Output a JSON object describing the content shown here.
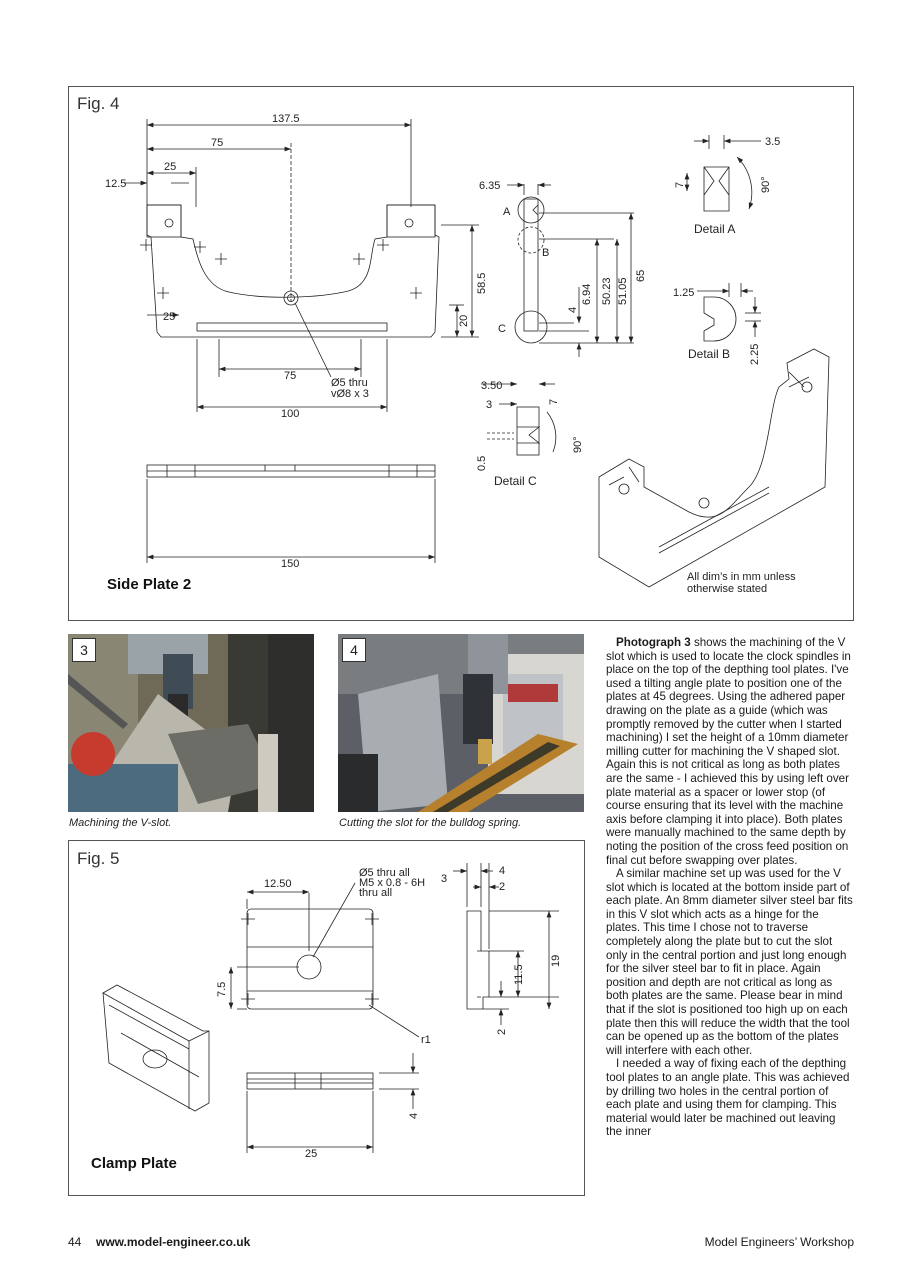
{
  "fig4": {
    "label": "Fig. 4",
    "title": "Side Plate 2",
    "note_line1": "All dim’s in mm unless",
    "note_line2": "otherwise stated",
    "dims": {
      "d137_5": "137.5",
      "d75_top": "75",
      "d25_top": "25",
      "d12_5": "12.5",
      "d25_left": "25",
      "d58_5": "58.5",
      "d20": "20",
      "d75_bottom": "75",
      "hole_line1": "Ø5 thru",
      "hole_line2": "vØ8 x 3",
      "d100": "100",
      "d150": "150",
      "d6_35": "6.35",
      "labA": "A",
      "labB": "B",
      "labC": "C",
      "d4": "4",
      "d6_94": "6.94",
      "d50_23": "50.23",
      "d51_05": "51.05",
      "d65": "65",
      "d3_5": "3.5",
      "d7_a": "7",
      "d90_a": "90°",
      "detailA": "Detail A",
      "d1_25": "1.25",
      "d2_25": "2.25",
      "detailB": "Detail B",
      "d3_50": "3.50",
      "d3": "3",
      "d7_c": "7",
      "d0_5": "0.5",
      "d90_c": "90°",
      "detailC": "Detail C"
    }
  },
  "photo3": {
    "num": "3",
    "caption": "Machining the V-slot."
  },
  "photo4": {
    "num": "4",
    "caption": "Cutting the slot for the bulldog spring."
  },
  "fig5": {
    "label": "Fig. 5",
    "title": "Clamp Plate",
    "dims": {
      "d12_50": "12.50",
      "hole_line1": "Ø5 thru all",
      "hole_line2": "M5 x 0.8 - 6H",
      "hole_line3": "thru all",
      "d7_5": "7.5",
      "r1": "r1",
      "d25": "25",
      "d4_bottom": "4",
      "d3": "3",
      "d4_top": "4",
      "d2_top": "2",
      "d19": "19",
      "d11_5": "11.5",
      "d2_bottom": "2"
    }
  },
  "article": {
    "p1_lead": "Photograph 3",
    "p1": " shows the machining of the V slot which is used to locate the clock spindles in place on the top of the depthing tool plates. I've used a tilting angle plate to position one of the plates at 45 degrees. Using the adhered paper drawing on the plate as a guide (which was promptly removed by the cutter when I started machining) I set the height of a 10mm diameter milling cutter for machining the V shaped slot. Again this is not critical as long as both plates are the same - I achieved this by using left over plate material as a spacer or lower stop (of course ensuring that its level with the machine axis before clamping it into place). Both plates were manually machined to the same depth by noting the position of the cross feed position on final cut before swapping over plates.",
    "p2": "A similar machine set up was used for the V slot which is located at the bottom inside part of each plate. An 8mm diameter silver steel bar fits in this V slot which acts as a hinge for the plates. This time I chose not to traverse completely along the plate but to cut the slot only in the central portion and just long enough for the silver steel bar to fit in place. Again position and depth are not critical as long as both plates are the same. Please bear in mind that if the slot is positioned too high up on each plate then this will reduce the width that the tool can be opened up as the bottom of the plates will interfere with each other.",
    "p3": "I needed a way of fixing each of the depthing tool plates to an angle plate. This was achieved by drilling two holes in the central portion of each plate and using them for clamping. This material would later be machined out leaving the inner"
  },
  "footer": {
    "page": "44",
    "url": "www.model-engineer.co.uk",
    "magazine": "Model Engineers’ Workshop"
  }
}
